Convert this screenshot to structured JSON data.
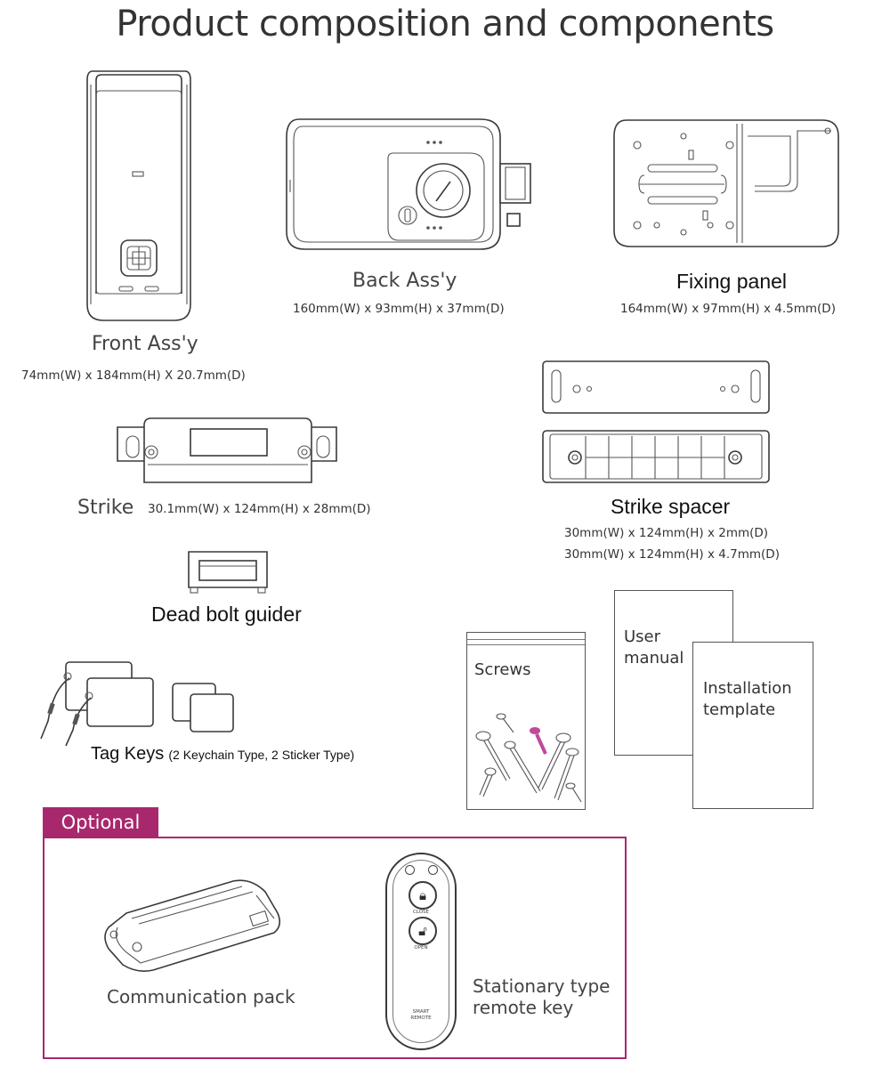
{
  "title": "Product composition and components",
  "items": {
    "front": {
      "label": "Front Ass'y",
      "dims": "74mm(W) x 184mm(H) X 20.7mm(D)"
    },
    "back": {
      "label": "Back Ass'y",
      "dims": "160mm(W) x 93mm(H) x 37mm(D)"
    },
    "fixing_panel": {
      "label": "Fixing panel",
      "dims": "164mm(W) x 97mm(H) x 4.5mm(D)"
    },
    "strike": {
      "label": "Strike",
      "dims": "30.1mm(W) x  124mm(H) x 28mm(D)"
    },
    "strike_spacer": {
      "label": "Strike spacer",
      "dims_1": "30mm(W) x 124mm(H) x 2mm(D)",
      "dims_2": "30mm(W) x 124mm(H) x 4.7mm(D)"
    },
    "dead_bolt_guider": {
      "label": "Dead bolt guider"
    },
    "tag_keys": {
      "label": "Tag Keys",
      "detail": "(2 Keychain Type, 2 Sticker Type)"
    },
    "screws": {
      "label": "Screws"
    },
    "user_manual": {
      "line1": "User",
      "line2": "manual"
    },
    "installation_template": {
      "line1": "Installation",
      "line2": "template"
    }
  },
  "optional": {
    "tab_label": "Optional",
    "communication_pack": {
      "label": "Communication pack"
    },
    "remote_key": {
      "line1": "Stationary type",
      "line2": "remote key",
      "btn_close": "CLOSE",
      "btn_open": "OPEN",
      "brand_line1": "SMART",
      "brand_line2": "REMOTE"
    }
  },
  "colors": {
    "accent": "#a8286e",
    "line": "#3a3a3a",
    "screw_accent": "#c04a9a"
  }
}
